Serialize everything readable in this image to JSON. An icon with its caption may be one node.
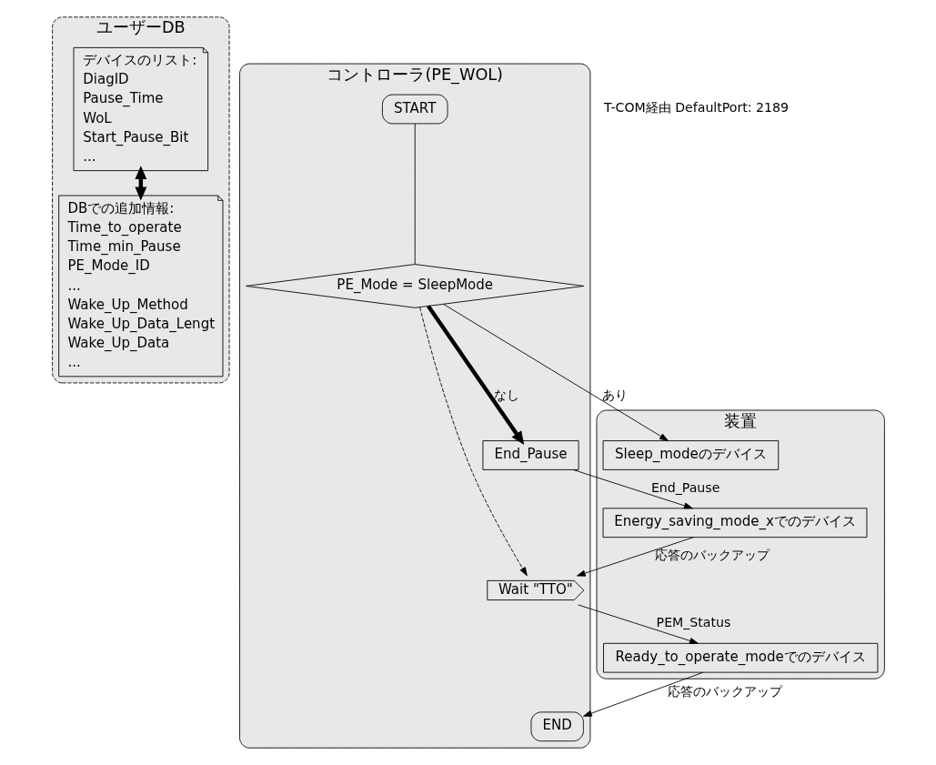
{
  "diagram": {
    "nodes": [
      {
        "text": [
          "ユーザーDB"
        ]
      },
      {
        "text": [
          "デバイスのリスト:",
          "DiagID",
          "Pause_Time",
          "WoL",
          "Start_Pause_Bit",
          "..."
        ],
        "in": 0
      },
      {
        "text": [
          "DBでの追加情報:",
          "Time_to_operate",
          "Time_min_Pause",
          "PE_Mode_ID",
          "...",
          "Wake_Up_Method",
          "Wake_Up_Data_Lengt",
          "Wake_Up_Data",
          "..."
        ],
        "in": 0
      },
      {
        "text": [
          "コントローラ(PE_WOL)"
        ]
      },
      {
        "text": [
          "START"
        ],
        "in": 3
      },
      {
        "text": [
          "PE_Mode = SleepMode"
        ],
        "in": 3
      },
      {
        "text": [
          "End_Pause"
        ],
        "in": 3
      },
      {
        "text": [
          "Wait \"TTO\""
        ],
        "in": 3
      },
      {
        "text": [
          "END"
        ],
        "in": 3
      },
      {
        "text": [
          "装置"
        ]
      },
      {
        "text": [
          "Sleep_modeのデバイス"
        ],
        "in": 9
      },
      {
        "text": [
          "Energy_saving_mode_xでのデバイス"
        ],
        "in": 9
      },
      {
        "text": [
          "Ready_to_operate_modeでのデバイス"
        ],
        "in": 9
      }
    ],
    "edges": [
      {
        "from": 1,
        "to": 2,
        "arrow": "both",
        "style": "thick"
      },
      {
        "from": 4,
        "to": 5,
        "arrow": "none"
      },
      {
        "from": 5,
        "to": 6,
        "arrow": "to",
        "label": "なし",
        "style": "thick"
      },
      {
        "from": 5,
        "to": 10,
        "arrow": "to",
        "label": "あり"
      },
      {
        "from": 5,
        "to": 7,
        "arrow": "to",
        "style": "dashed"
      },
      {
        "from": 6,
        "to": 11,
        "arrow": "to",
        "label": "End_Pause"
      },
      {
        "from": 11,
        "to": 7,
        "arrow": "to",
        "label": "応答のバックアップ"
      },
      {
        "from": 7,
        "to": 12,
        "arrow": "to",
        "label": "PEM_Status"
      },
      {
        "from": 12,
        "to": 8,
        "arrow": "to",
        "label": "応答のバックアップ"
      }
    ],
    "labels": [
      "T-COM経由 DefaultPort: 2189"
    ]
  }
}
